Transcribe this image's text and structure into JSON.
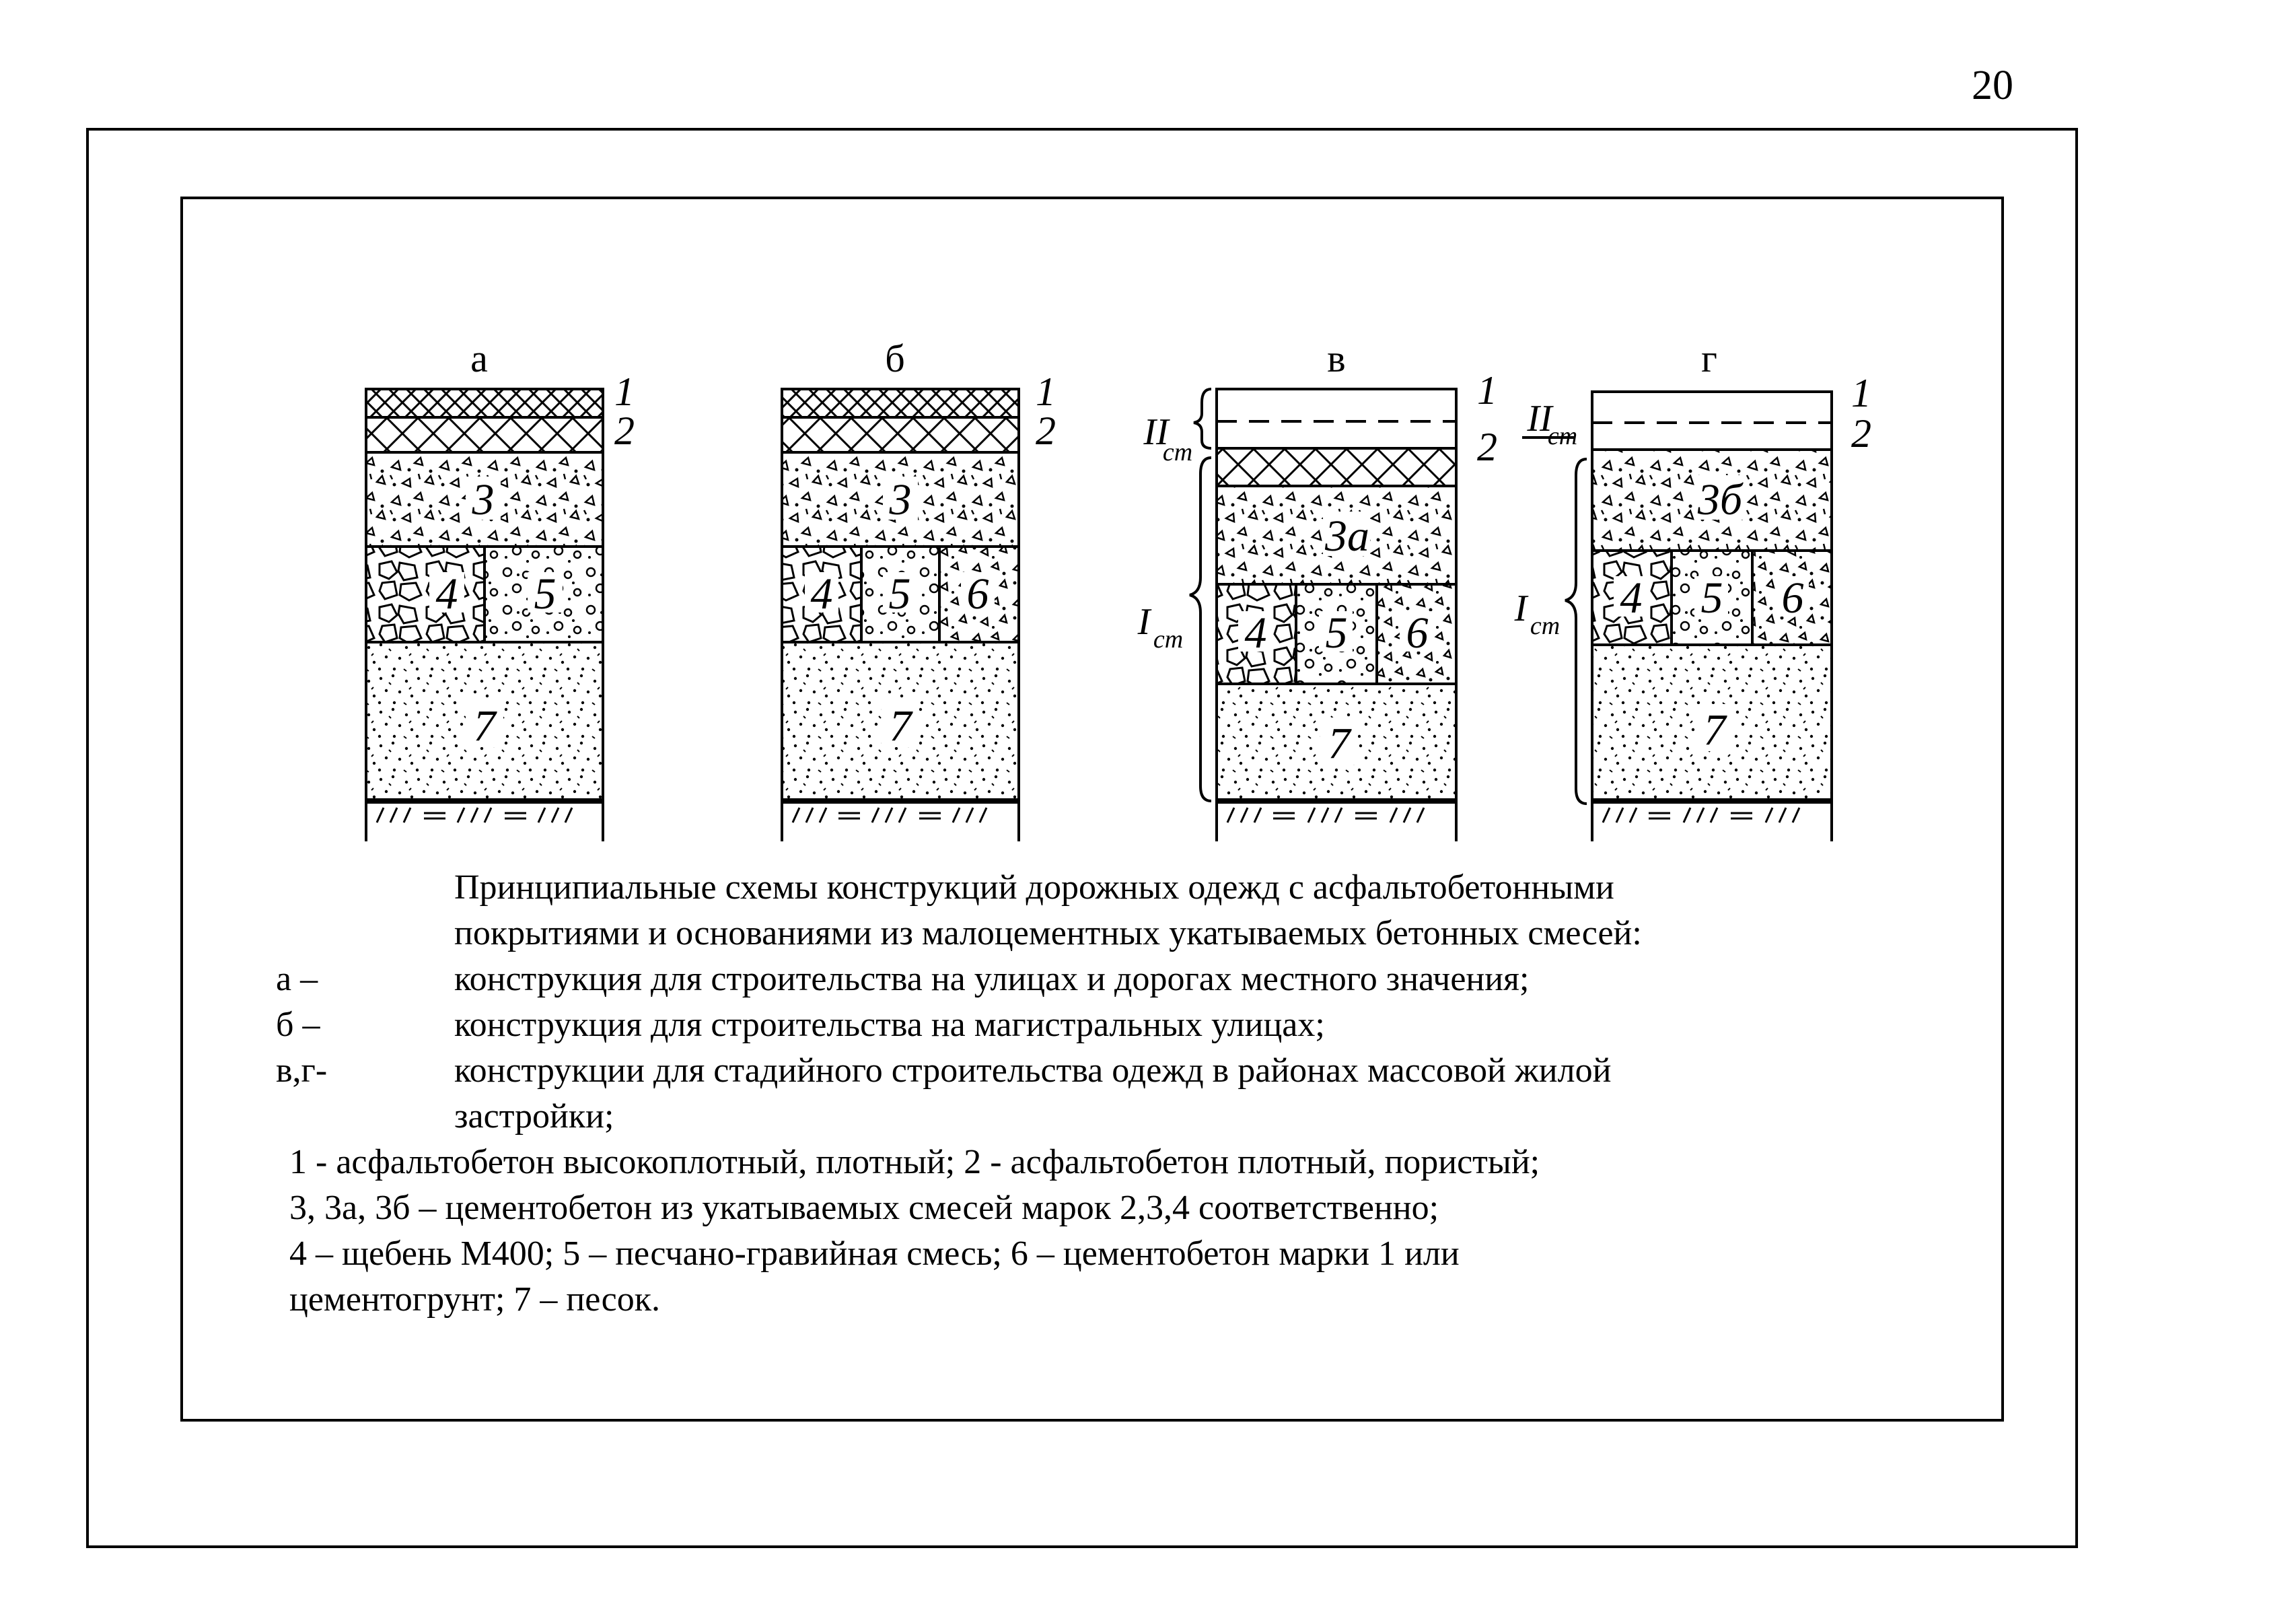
{
  "page_number": "20",
  "panels": [
    {
      "letter": "а",
      "layers": [
        "1",
        "2",
        "3",
        "4",
        "5",
        "7"
      ]
    },
    {
      "letter": "б",
      "layers": [
        "1",
        "2",
        "3",
        "4",
        "5",
        "6",
        "7"
      ]
    },
    {
      "letter": "в",
      "layers": [
        "1",
        "2",
        "3а",
        "4",
        "5",
        "6",
        "7"
      ],
      "stage_labels": [
        "II",
        "ст",
        "I",
        "ст"
      ]
    },
    {
      "letter": "г",
      "layers": [
        "1",
        "2",
        "3б",
        "4",
        "5",
        "6",
        "7"
      ],
      "stage_labels": [
        "II",
        "ст",
        "I",
        "ст"
      ]
    }
  ],
  "caption": {
    "title_line1": "Принципиальные схемы конструкций дорожных одежд с асфальтобетонными",
    "title_line2": "покрытиями и основаниями из малоцементных укатываемых бетонных смесей:",
    "items": [
      {
        "tag": "а –",
        "text": "конструкция для строительства на улицах и дорогах местного значения;"
      },
      {
        "tag": "б –",
        "text": "конструкция для строительства на магистральных улицах;"
      },
      {
        "tag": "в,г-",
        "text": "конструкции для стадийного строительства одежд в районах массовой жилой"
      }
    ],
    "items_continuation": "застройки;",
    "legend_line1": "1 -  асфальтобетон высокоплотный, плотный;  2 -  асфальтобетон плотный, пористый;",
    "legend_line2": "3, 3а, 3б – цементобетон из укатываемых смесей марок 2,3,4 соответственно;",
    "legend_line3": "4 – щебень М400;  5 – песчано-гравийная смесь;  6 – цементобетон марки 1 или",
    "legend_line4": "цементогрунт;  7 – песок."
  }
}
